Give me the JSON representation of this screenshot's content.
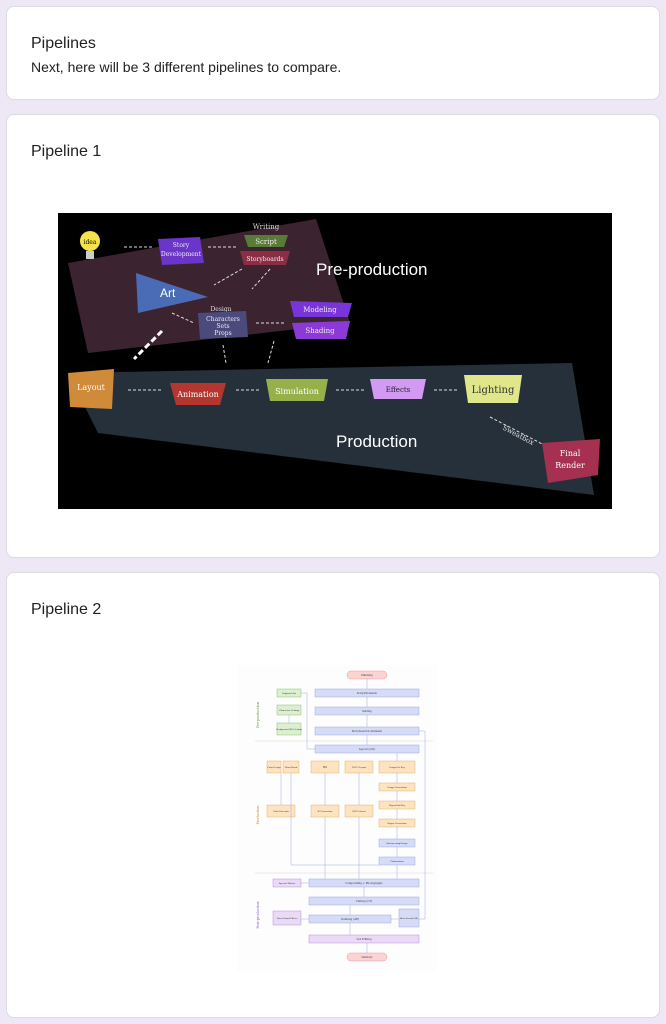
{
  "section": {
    "title": "Pipelines",
    "description": "Next, here will be 3 different pipelines to compare."
  },
  "pipeline1": {
    "title": "Pipeline 1",
    "diagram": {
      "idea": "idea",
      "writing": "Writing",
      "script": "Script",
      "storyboards": "Storyboards",
      "story_line1": "Story",
      "story_line2": "Development",
      "art": "Art",
      "design": "Design",
      "design_line1": "Characters",
      "design_line2": "Sets",
      "design_line3": "Props",
      "modeling": "Modeling",
      "shading": "Shading",
      "preproduction": "Pre-production",
      "layout": "Layout",
      "animation": "Animation",
      "simulation": "Simulation",
      "effects": "Effects",
      "lighting": "Lighting",
      "production": "Production",
      "sweatbox": "Sweatbox",
      "final_line1": "Final",
      "final_line2": "Render"
    }
  },
  "pipeline2": {
    "title": "Pipeline 2",
    "diagram": {
      "planning": "Planning",
      "script_scenario": "Script/Scenario",
      "setting": "Setting",
      "storyboard": "Storyboard & Animatic",
      "layout_lo": "Layout (L/O)",
      "original_art": "Origi-nal Art",
      "char_setting": "Character Setting",
      "bg_setting": "Background (BG) Setting",
      "color_design": "Color Design",
      "mood_board": "Mood Board",
      "bg": "BG",
      "cg_layout": "3D/CG Layout",
      "key_anim": "Genga/1st Key",
      "genga_corr": "Genga Correction",
      "nigen": "Nigen/2nd Key",
      "nigen_corr": "Nigen Correction",
      "inbetween": "Inbetweening/Douga",
      "colorization": "Colorization",
      "color_direction": "Color Direction",
      "bg_correction": "BG Correction",
      "cg_assets": "3D/CG Assets",
      "special_effects": "Special Effects",
      "compositing": "Compositing + Photography",
      "cutting": "Cutting (CT)",
      "dubbing": "Dubbing (AR)",
      "after_record": "After Record (AR)",
      "noise": "Noise/Sound Effects",
      "v_editing": "V/A Editing",
      "delivery": "Delivery",
      "pre_label": "Pre-production",
      "prod_label": "Production",
      "post_label": "Post-production"
    }
  }
}
